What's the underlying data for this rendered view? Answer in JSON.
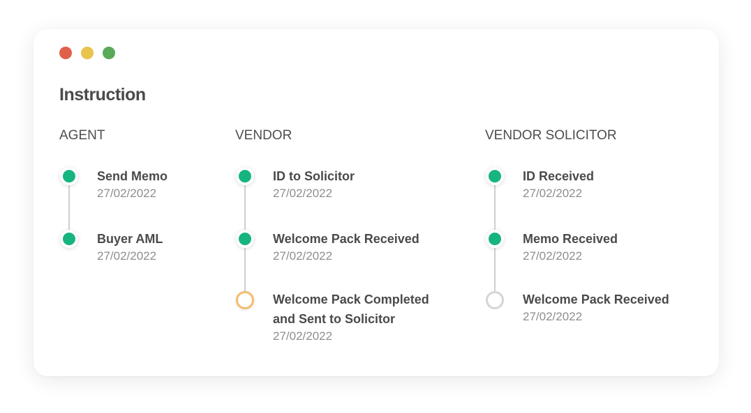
{
  "window": {
    "controls": [
      {
        "name": "close",
        "color": "#e0614a"
      },
      {
        "name": "minimize",
        "color": "#e8c34d"
      },
      {
        "name": "maximize",
        "color": "#58aa58"
      }
    ]
  },
  "title": "Instruction",
  "colors": {
    "done": "#16b47f",
    "current": "#f4bd6f",
    "pending": "#d5d5d5"
  },
  "columns": [
    {
      "heading": "AGENT",
      "steps": [
        {
          "title": "Send Memo",
          "date": "27/02/2022",
          "status": "done"
        },
        {
          "title": "Buyer AML",
          "date": "27/02/2022",
          "status": "done"
        }
      ]
    },
    {
      "heading": "VENDOR",
      "steps": [
        {
          "title": "ID to Solicitor",
          "date": "27/02/2022",
          "status": "done"
        },
        {
          "title": "Welcome Pack Received",
          "date": "27/02/2022",
          "status": "done"
        },
        {
          "title_lines": [
            "Welcome Pack Completed",
            "and Sent to Solicitor"
          ],
          "date": "27/02/2022",
          "status": "current"
        }
      ]
    },
    {
      "heading": "VENDOR SOLICITOR",
      "steps": [
        {
          "title": "ID Received",
          "date": "27/02/2022",
          "status": "done"
        },
        {
          "title": "Memo Received",
          "date": "27/02/2022",
          "status": "done"
        },
        {
          "title": "Welcome Pack Received",
          "date": "27/02/2022",
          "status": "pending"
        }
      ]
    }
  ]
}
